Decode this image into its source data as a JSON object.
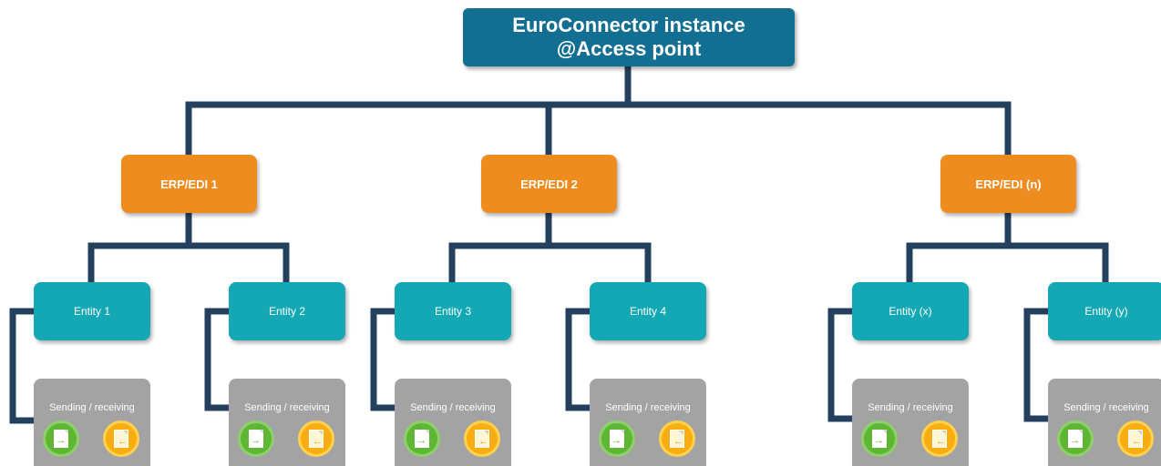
{
  "root": {
    "line1": "EuroConnector instance",
    "line2": "@Access point"
  },
  "erp_systems": [
    {
      "label": "ERP/EDI 1"
    },
    {
      "label": "ERP/EDI 2"
    },
    {
      "label": "ERP/EDI (n)"
    }
  ],
  "entities": [
    {
      "label": "Entity 1",
      "channel_label": "Sending / receiving"
    },
    {
      "label": "Entity 2",
      "channel_label": "Sending / receiving"
    },
    {
      "label": "Entity 3",
      "channel_label": "Sending / receiving"
    },
    {
      "label": "Entity 4",
      "channel_label": "Sending / receiving"
    },
    {
      "label": "Entity (x)",
      "channel_label": "Sending / receiving"
    },
    {
      "label": "Entity (y)",
      "channel_label": "Sending / receiving"
    }
  ],
  "colors": {
    "root": "#136f91",
    "erp": "#ee8c1f",
    "entity": "#13a8b4",
    "channel": "#a3a3a3",
    "connector": "#253f5e",
    "send_icon": "#5fb534",
    "receive_icon": "#f8ad13"
  },
  "icons": {
    "send": "document-send-icon",
    "receive": "document-receive-icon"
  }
}
